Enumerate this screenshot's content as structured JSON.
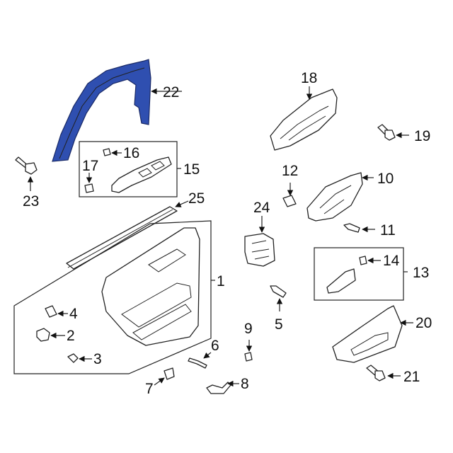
{
  "diagram": {
    "highlight_color": "#2f4fb0",
    "callouts": {
      "c1": "1",
      "c2": "2",
      "c3": "3",
      "c4": "4",
      "c5": "5",
      "c6": "6",
      "c7": "7",
      "c8": "8",
      "c9": "9",
      "c10": "10",
      "c11": "11",
      "c12": "12",
      "c13": "13",
      "c14": "14",
      "c15": "15",
      "c16": "16",
      "c17": "17",
      "c18": "18",
      "c19": "19",
      "c20": "20",
      "c21": "21",
      "c22": "22",
      "c23": "23",
      "c24": "24",
      "c25": "25"
    }
  }
}
